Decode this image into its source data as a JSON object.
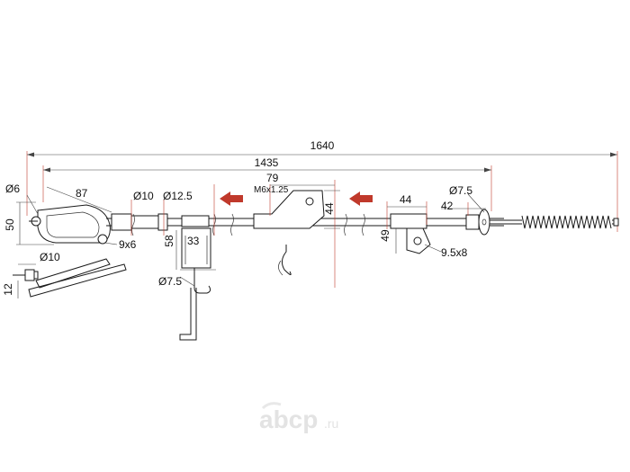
{
  "dimensions": {
    "overall_length": "1640",
    "main_length": "1435",
    "lever_width": "87",
    "lever_hole": "Ø6",
    "lever_height": "50",
    "slot": "9x6",
    "pin_diameter": "Ø10",
    "pin_height": "12",
    "sleeve_diameter_a": "Ø10",
    "sleeve_diameter_b": "Ø12.5",
    "bracket_height": "58",
    "bracket_width": "33",
    "hook_diameter_left": "Ø7.5",
    "thread": "M6x1.25",
    "center_bracket_width": "79",
    "center_bracket_height": "44",
    "right_bracket_width": "44",
    "right_bracket_height": "49",
    "right_slot": "9.5x8",
    "end_offset": "42",
    "end_diameter": "Ø7.5"
  },
  "colors": {
    "arrow": "#c0392b",
    "line": "#1a1a1a",
    "watermark": "#e3e3e3"
  },
  "watermark": {
    "brand": "abcp",
    "suffix": ".ru"
  }
}
